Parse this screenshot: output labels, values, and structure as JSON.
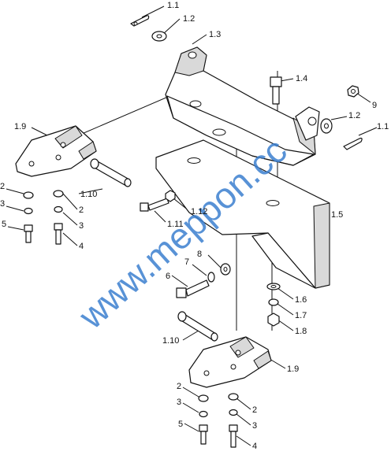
{
  "labels": [
    {
      "key": "l1",
      "text": "1.1"
    },
    {
      "key": "l2",
      "text": "1.2"
    },
    {
      "key": "l3",
      "text": "1.3"
    },
    {
      "key": "l4",
      "text": "1.4"
    },
    {
      "key": "l5",
      "text": "9"
    },
    {
      "key": "l6",
      "text": "1.2"
    },
    {
      "key": "l7",
      "text": "1.1"
    },
    {
      "key": "l8",
      "text": "1.9"
    },
    {
      "key": "l9",
      "text": "2"
    },
    {
      "key": "l10",
      "text": "3"
    },
    {
      "key": "l11",
      "text": "5"
    },
    {
      "key": "l12",
      "text": "1.10"
    },
    {
      "key": "l13",
      "text": "2"
    },
    {
      "key": "l14",
      "text": "3"
    },
    {
      "key": "l15",
      "text": "4"
    },
    {
      "key": "l16",
      "text": "1.12"
    },
    {
      "key": "l17",
      "text": "1.11"
    },
    {
      "key": "l18",
      "text": "1.5"
    },
    {
      "key": "l19",
      "text": "8"
    },
    {
      "key": "l20",
      "text": "7"
    },
    {
      "key": "l21",
      "text": "6"
    },
    {
      "key": "l22",
      "text": "1.6"
    },
    {
      "key": "l23",
      "text": "1.7"
    },
    {
      "key": "l24",
      "text": "1.8"
    },
    {
      "key": "l25",
      "text": "1.10"
    },
    {
      "key": "l26",
      "text": "1.9"
    },
    {
      "key": "l27",
      "text": "2"
    },
    {
      "key": "l28",
      "text": "3"
    },
    {
      "key": "l29",
      "text": "5"
    },
    {
      "key": "l30",
      "text": "2"
    },
    {
      "key": "l31",
      "text": "3"
    },
    {
      "key": "l32",
      "text": "4"
    }
  ],
  "watermark": {
    "text": "www.meppon.cc",
    "color": "#3b7fd0"
  }
}
